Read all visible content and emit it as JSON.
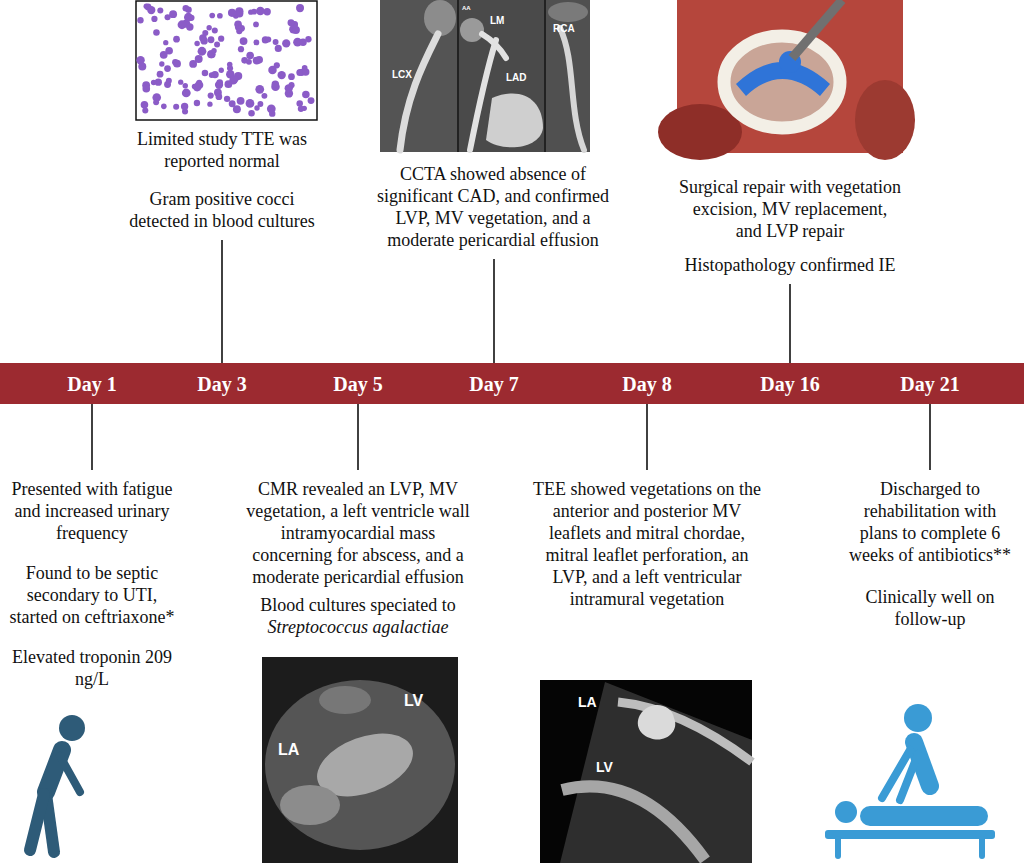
{
  "diagram": {
    "nodes": [
      {
        "text": [
          "Day 1",
          "Day 3",
          "Day 5",
          "Day 7",
          "Day 8",
          "Day 16",
          "Day 21"
        ]
      }
    ],
    "labels": [
      "Limited study TTE was reported normal",
      "Gram positive cocci detected in blood cultures",
      "CCTA showed absence of significant CAD, and confirmed LVP, MV vegetation, and a moderate pericardial effusion",
      "Surgical repair with vegetation excision, MV replacement, and LVP repair",
      "Histopathology confirmed IE",
      "Presented with fatigue and increased urinary frequency",
      "Found to be septic secondary to UTI, started on ceftriaxone*",
      "Elevated troponin 209 ng/L",
      "CMR revealed an LVP, MV vegetation, a left ventricle wall intramyocardial mass concerning for abscess, and a moderate pericardial effusion",
      "Blood cultures speciated to",
      "Streptococcus agalactiae",
      "TEE showed vegetations on the anterior and posterior MV leaflets and mitral chordae, mitral leaflet perforation, an LVP, and a left ventricular intramural vegetation",
      "Discharged to rehabilitation with plans to complete 6 weeks of antibiotics**",
      "Clinically well on follow-up",
      "AA",
      "LM",
      "RCA",
      "LCX",
      "LAD",
      "LV",
      "LA",
      "LA",
      "LV"
    ]
  }
}
